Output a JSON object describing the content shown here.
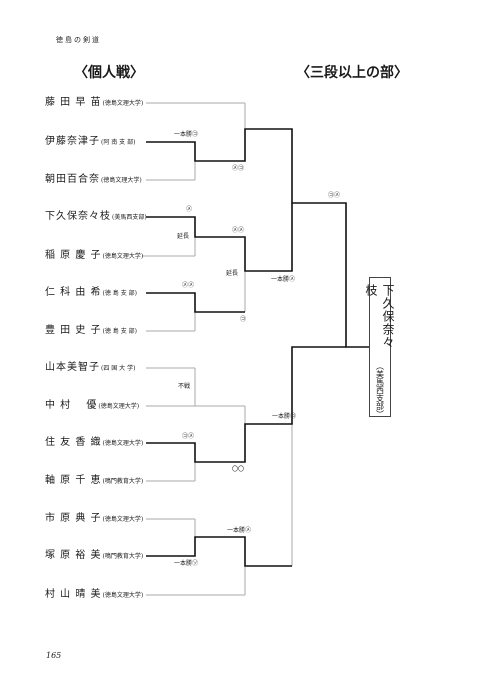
{
  "header": {
    "running_title": "徳島の剣道"
  },
  "sections": {
    "individual": "〈個人戦〉",
    "san_dan": "〈三段以上の部〉"
  },
  "players": [
    {
      "name": "藤 田 早 苗",
      "aff": "(徳島文理大学)"
    },
    {
      "name": "伊藤奈津子",
      "aff": "(阿 南 支 部)"
    },
    {
      "name": "朝田百合奈",
      "aff": "(徳島文理大学)"
    },
    {
      "name": "下久保奈々枝",
      "aff": "(美馬西支部)"
    },
    {
      "name": "稲 原 慶 子",
      "aff": "(徳島文理大学)"
    },
    {
      "name": "仁 科 由 希",
      "aff": "(徳 島 支 部)"
    },
    {
      "name": "豊 田 史 子",
      "aff": "(徳 島 支 部)"
    },
    {
      "name": "山本美智子",
      "aff": "(四 国 大 学)"
    },
    {
      "name": "中 村　 優",
      "aff": "(徳島文理大学)"
    },
    {
      "name": "住 友 香 織",
      "aff": "(徳島文理大学)"
    },
    {
      "name": "軸 原 千 恵",
      "aff": "(鳴門教育大学)"
    },
    {
      "name": "市 原 典 子",
      "aff": "(徳島文理大学)"
    },
    {
      "name": "塚 原 裕 美",
      "aff": "(鳴門教育大学)"
    },
    {
      "name": "村 山 晴 美",
      "aff": "(徳島文理大学)"
    }
  ],
  "results": {
    "r1_itou": "一本勝㋙",
    "r2_top": "㋱㋙",
    "r1_shimokubo": "㋱",
    "enchou_1": "延長",
    "r2_mid": "㋱㋱",
    "r1_nishina": "㋱㋱",
    "enchou_2": "延長",
    "r1_toyota": "㋙",
    "r3_top": "一本勝㋱",
    "final_mark": "㋙㋱",
    "fusen": "不戦",
    "r1_sumitomo": "㋙㋱",
    "r2_lower": "〇〇",
    "r3_lower": "一本勝㋙",
    "r2_bottom": "一本勝㋱",
    "r1_tsukahara": "一本勝㋞"
  },
  "champion": {
    "name": "下久保奈々枝",
    "aff": "（美馬西支部）"
  },
  "page_number": "165"
}
